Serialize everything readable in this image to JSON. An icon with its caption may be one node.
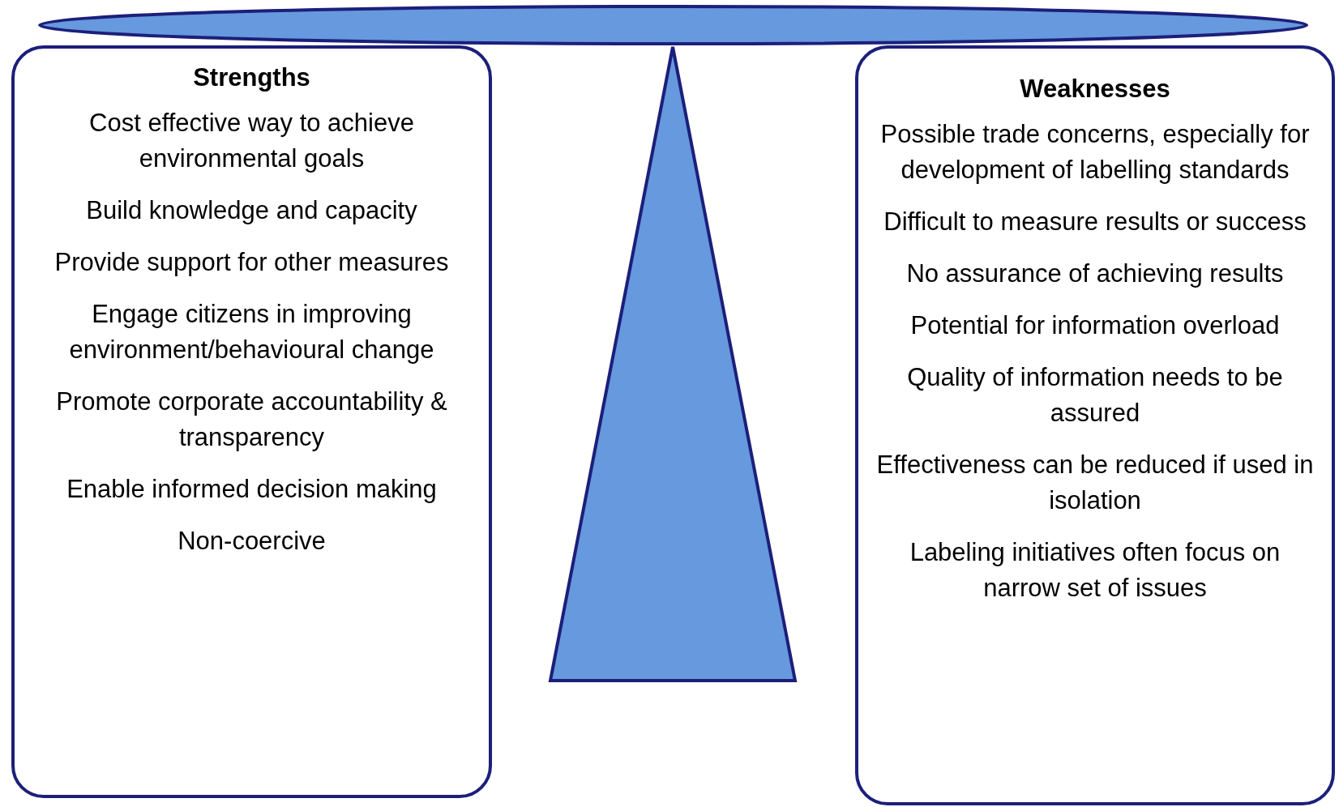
{
  "diagram": {
    "nodes": [
      {
        "text": [],
        "shape": "ellipse"
      },
      {
        "text": [
          "Strengths",
          "Cost effective way to achieve environmental goals",
          "Build knowledge and capacity",
          "Provide support for other measures",
          "Engage citizens in improving environment/behavioural change",
          "Promote corporate accountability & transparency",
          "Enable informed decision making",
          "Non-coercive"
        ]
      },
      {
        "text": [],
        "shape": "triangle"
      },
      {
        "text": [
          "Weaknesses",
          "Possible trade concerns, especially for development of labelling standards",
          "Difficult to measure results  or success",
          "No assurance of achieving results",
          "Potential for information overload",
          "Quality of information needs to be assured",
          "Effectiveness can be reduced if used in isolation",
          "Labeling initiatives often focus on narrow set of issues"
        ]
      }
    ],
    "edges": []
  }
}
